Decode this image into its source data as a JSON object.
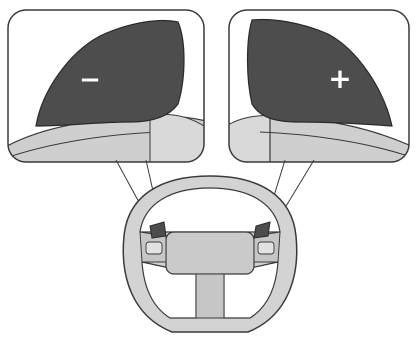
{
  "paddles": {
    "left": {
      "symbol": "−"
    },
    "right": {
      "symbol": "+"
    }
  },
  "colors": {
    "paddle": "#4d4d4d",
    "wheel": "#d3d3d3",
    "outline": "#3a3a3a",
    "background": "#ffffff"
  },
  "icons": [
    "minus-paddle",
    "plus-paddle",
    "steering-wheel"
  ]
}
